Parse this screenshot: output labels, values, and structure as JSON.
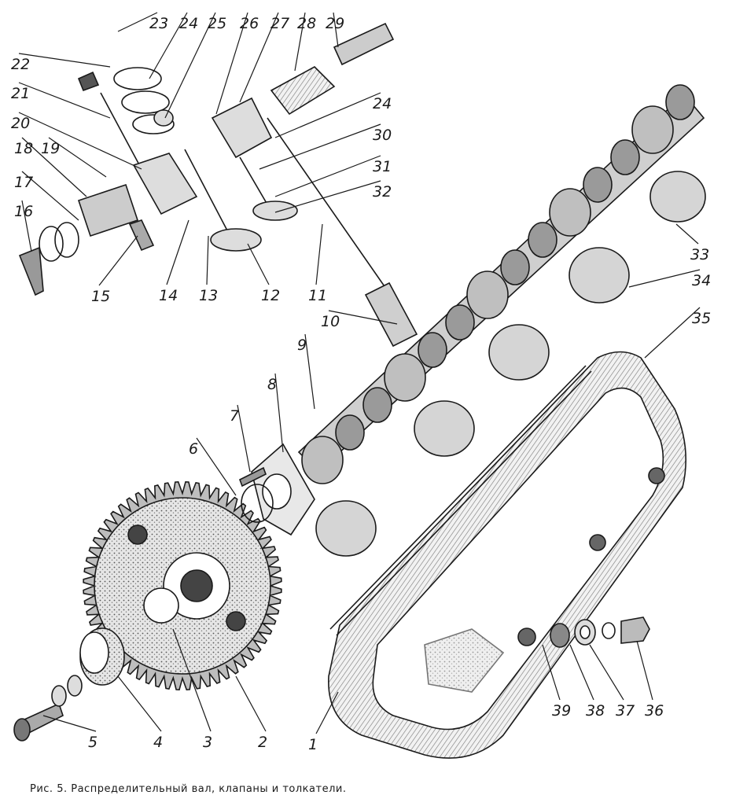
{
  "caption": "Рис. 5. Распределительный вал, клапаны и толкатели.",
  "labels": [
    "1",
    "2",
    "3",
    "4",
    "5",
    "6",
    "7",
    "8",
    "9",
    "10",
    "11",
    "12",
    "13",
    "14",
    "15",
    "16",
    "17",
    "18",
    "19",
    "20",
    "21",
    "22",
    "23",
    "24",
    "25",
    "26",
    "27",
    "28",
    "29",
    "30",
    "31",
    "32",
    "33",
    "34",
    "35",
    "36",
    "37",
    "38",
    "39"
  ],
  "colors": {
    "ink": "#1a1a1a",
    "paper": "#ffffff",
    "shade": "#8a8a8a"
  }
}
